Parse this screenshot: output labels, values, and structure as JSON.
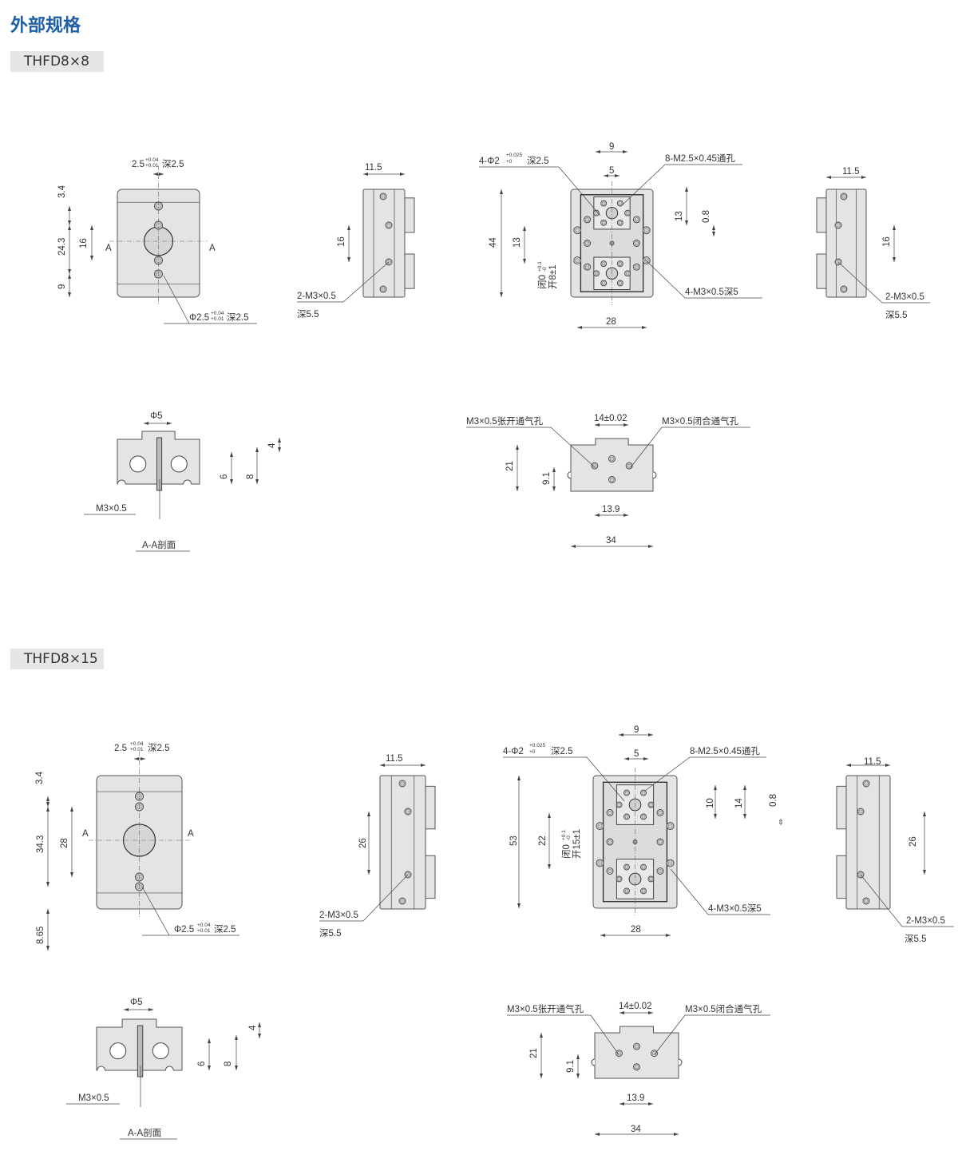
{
  "page_title": "外部规格",
  "models": [
    {
      "name": "THFD8×8",
      "front": {
        "top_hole": {
          "size": "2.5",
          "tol_upper": "+0.04",
          "tol_lower": "+0.01",
          "depth": "深2.5"
        },
        "dim_top": "3.4",
        "dim_pitch": "24.3",
        "dim_inner": "16",
        "dim_bottom": "9",
        "section_mark": "A",
        "bottom_hole": {
          "size": "Φ2.5",
          "tol_upper": "+0.04",
          "tol_lower": "+0.01",
          "depth": "深2.5"
        }
      },
      "side": {
        "width": "11.5",
        "pitch": "16",
        "thread": "2-M3×0.5",
        "depth": "深5.5"
      },
      "top": {
        "dim_outer": "9",
        "dim_inner": "5",
        "pin_hole": {
          "size": "4-Φ2",
          "tol_upper": "+0.025",
          "tol_lower": "+0",
          "depth": "深2.5"
        },
        "thread_through": "8-M2.5×0.45通孔",
        "dim_jaw": "13",
        "dim_gap": "0.8",
        "dim_length": "44",
        "dim_pitch": "13",
        "stroke_closed": "闭0",
        "stroke_tol_upper": "+0.1",
        "stroke_tol_lower": "-0",
        "stroke_open": "开8±1",
        "mount_thread": "4-M3×0.5深5",
        "dim_width": "28"
      },
      "right": {
        "width": "11.5",
        "pitch": "16",
        "thread": "2-M3×0.5",
        "depth": "深5.5"
      },
      "section": {
        "bore": "Φ5",
        "dim_a": "4",
        "dim_b": "6",
        "dim_c": "8",
        "thread": "M3×0.5",
        "caption": "A-A剖面"
      },
      "bottom": {
        "open_port": "M3×0.5张开通气孔",
        "pitch": "14±0.02",
        "close_port": "M3×0.5闭合通气孔",
        "height": "21",
        "dim_port": "9.1",
        "dim_center": "13.9",
        "width": "34"
      }
    },
    {
      "name": "THFD8×15",
      "front": {
        "top_hole": {
          "size": "2.5",
          "tol_upper": "+0.04",
          "tol_lower": "+0.01",
          "depth": "深2.5"
        },
        "dim_top": "3.4",
        "dim_pitch": "34.3",
        "dim_inner": "28",
        "dim_bottom": "8.65",
        "section_mark": "A",
        "bottom_hole": {
          "size": "Φ2.5",
          "tol_upper": "+0.04",
          "tol_lower": "+0.01",
          "depth": "深2.5"
        }
      },
      "side": {
        "width": "11.5",
        "pitch": "26",
        "thread": "2-M3×0.5",
        "depth": "深5.5"
      },
      "top": {
        "dim_outer": "9",
        "dim_inner": "5",
        "pin_hole": {
          "size": "4-Φ2",
          "tol_upper": "+0.025",
          "tol_lower": "+0",
          "depth": "深2.5"
        },
        "thread_through": "8-M2.5×0.45通孔",
        "dim_jaw": "10",
        "dim_jaw2": "14",
        "dim_gap": "0.8",
        "dim_length": "53",
        "dim_pitch": "22",
        "stroke_closed": "闭0",
        "stroke_tol_upper": "+0.1",
        "stroke_tol_lower": "-0",
        "stroke_open": "开15±1",
        "mount_thread": "4-M3×0.5深5",
        "dim_width": "28"
      },
      "right": {
        "width": "11.5",
        "pitch": "26",
        "thread": "2-M3×0.5",
        "depth": "深5.5"
      },
      "section": {
        "bore": "Φ5",
        "dim_a": "4",
        "dim_b": "6",
        "dim_c": "8",
        "thread": "M3×0.5",
        "caption": "A-A剖面"
      },
      "bottom": {
        "open_port": "M3×0.5张开通气孔",
        "pitch": "14±0.02",
        "close_port": "M3×0.5闭合通气孔",
        "height": "21",
        "dim_port": "9.1",
        "dim_center": "13.9",
        "width": "34"
      }
    }
  ]
}
